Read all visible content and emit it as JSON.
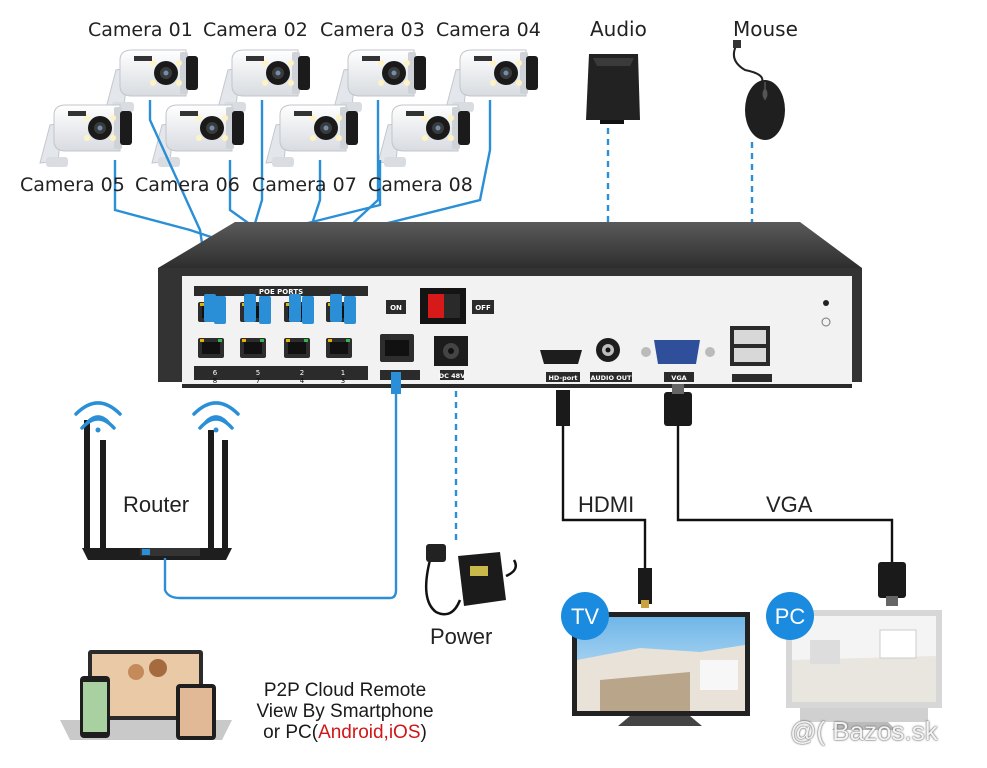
{
  "cameras": [
    {
      "label": "Camera 01"
    },
    {
      "label": "Camera 02"
    },
    {
      "label": "Camera 03"
    },
    {
      "label": "Camera 04"
    },
    {
      "label": "Camera 05"
    },
    {
      "label": "Camera 06"
    },
    {
      "label": "Camera 07"
    },
    {
      "label": "Camera 08"
    }
  ],
  "devices": {
    "audio": "Audio",
    "mouse": "Mouse",
    "router": "Router",
    "power": "Power",
    "hdmi": "HDMI",
    "vga": "VGA",
    "tv": "TV",
    "pc": "PC"
  },
  "nvr_panel": {
    "poe_ports": "POE PORTS",
    "port_numbers_top": [
      "6",
      "5",
      "2",
      "1"
    ],
    "port_numbers_bottom": [
      "8",
      "7",
      "4",
      "3"
    ],
    "switch_on": "ON",
    "switch_off": "OFF",
    "dc": "DC 48V",
    "hd_port": "HD-port",
    "audio_out": "AUDIO OUT",
    "vga": "VGA"
  },
  "p2p": {
    "line1": "P2P Cloud Remote",
    "line2": "View By Smartphone",
    "line3_prefix": "or PC(",
    "line3_red": "Android,iOS",
    "line3_suffix": ")"
  },
  "watermark": "@( Bazos.sk",
  "colors": {
    "cable_blue": "#2a8fd6",
    "badge_blue": "#1b8be0",
    "nvr_body": "#3a3a3a",
    "panel": "#f2f2f2",
    "accent_red": "#d01616"
  }
}
